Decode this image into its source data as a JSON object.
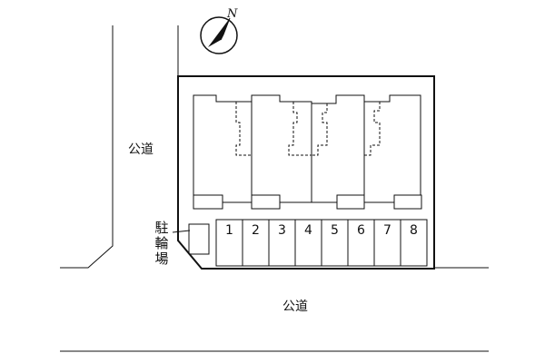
{
  "map": {
    "compass_label": "N",
    "roads": {
      "west": "公道",
      "south": "公道"
    },
    "bicycle_parking_label": [
      "駐",
      "輪",
      "場"
    ],
    "parking_slots": [
      "1",
      "2",
      "3",
      "4",
      "5",
      "6",
      "7",
      "8"
    ],
    "colors": {
      "line": "#111111",
      "background": "#ffffff"
    }
  }
}
